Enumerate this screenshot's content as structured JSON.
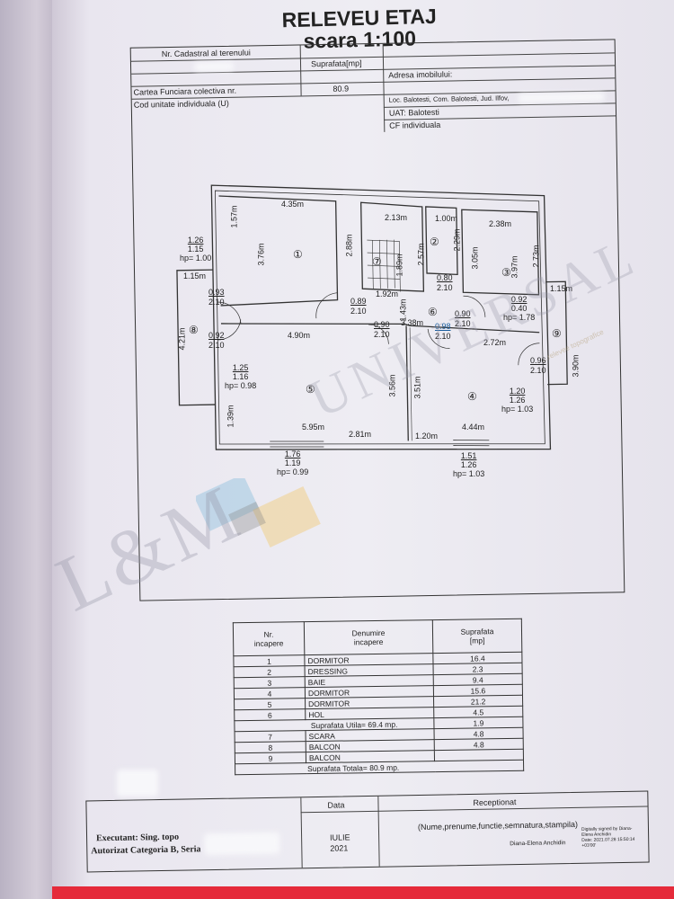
{
  "title": {
    "line1": "RELEVEU ETAJ",
    "line2": "scara 1:100"
  },
  "header": {
    "cadastral_label": "Nr. Cadastral al terenului",
    "area_label": "Suprafata[mp]",
    "area_value": "80.9",
    "address_label": "Adresa imobilului:",
    "address_value": "Loc. Balotesti, Com. Balotesti, Jud. Ilfov,",
    "cf_label": "Cartea Funciara colectiva nr.",
    "unit_label": "Cod unitate individuala (U)",
    "uat": "UAT: Balotesti",
    "cf_individual": "CF individuala"
  },
  "plan": {
    "dims": [
      "4.35m",
      "2.13m",
      "1.00m",
      "2.38m",
      "1.57m",
      "3.76m",
      "2.88m",
      "2.57m",
      "1.89m",
      "2.29m",
      "3.05m",
      "3.97m",
      "2.73m",
      "1.15m",
      "1.15m",
      "4.21m",
      "4.90m",
      "3.38m",
      "1.43m",
      "1.92m",
      "2.72m",
      "3.56m",
      "3.51m",
      "3.90m",
      "1.39m",
      "5.95m",
      "2.81m",
      "1.20m",
      "4.44m"
    ],
    "doors": [
      {
        "w": "0.93",
        "h": "2.10"
      },
      {
        "w": "0.89",
        "h": "2.10"
      },
      {
        "w": "0.80",
        "h": "2.10"
      },
      {
        "w": "0.92",
        "h": "2.10"
      },
      {
        "w": "0.90",
        "h": "2.10"
      },
      {
        "w": "0.90",
        "h": "2.10"
      },
      {
        "w": "0.98",
        "h": "2.10"
      },
      {
        "w": "0.96",
        "h": "2.10"
      }
    ],
    "windows": [
      {
        "w": "1.26",
        "h": "1.15",
        "hp": "hp= 1.00"
      },
      {
        "w": "0.92",
        "h": "0.40",
        "hp": "hp= 1.78"
      },
      {
        "w": "1.25",
        "h": "1.16",
        "hp": "hp= 0.98"
      },
      {
        "w": "1.20",
        "h": "1.26",
        "hp": "hp= 1.03"
      },
      {
        "w": "1.76",
        "h": "1.19",
        "hp": "hp= 0.99"
      },
      {
        "w": "1.51",
        "h": "1.26",
        "hp": "hp= 1.03"
      }
    ],
    "room_marks": [
      "①",
      "②",
      "③",
      "④",
      "⑤",
      "⑥",
      "⑦",
      "⑧",
      "⑨"
    ]
  },
  "watermark": {
    "brand": "L&M",
    "word": "UNIVERSAL",
    "sub": "...relevee topografice"
  },
  "rooms_table": {
    "head": {
      "nr": "Nr.",
      "nr2": "incapere",
      "name": "Denumire",
      "name2": "incapere",
      "area": "Suprafata",
      "area2": "[mp]"
    },
    "rows": [
      {
        "nr": "1",
        "name": "DORMITOR",
        "area": "16.4"
      },
      {
        "nr": "2",
        "name": "DRESSING",
        "area": "2.3"
      },
      {
        "nr": "3",
        "name": "BAIE",
        "area": "9.4"
      },
      {
        "nr": "4",
        "name": "DORMITOR",
        "area": "15.6"
      },
      {
        "nr": "5",
        "name": "DORMITOR",
        "area": "21.2"
      },
      {
        "nr": "6",
        "name": "HOL",
        "area": "4.5"
      }
    ],
    "useful": "Suprafata Utila= 69.4 mp.",
    "useful_area": "1.9",
    "rows2": [
      {
        "nr": "7",
        "name": "SCARA",
        "area": "4.8"
      },
      {
        "nr": "8",
        "name": "BALCON",
        "area": "4.8"
      },
      {
        "nr": "9",
        "name": "BALCON",
        "area": ""
      }
    ],
    "total": "Suprafata Totala= 80.9 mp."
  },
  "footer": {
    "executant": "Executant: Sing. topo",
    "autorizat": "Autorizat Categoria B, Seria",
    "data_label": "Data",
    "month": "IULIE",
    "year": "2021",
    "receptionat": "Receptionat",
    "fields": "(Nume,prenume,functie,semnatura,stampila)",
    "signer": "Diana-Elena Anchidin",
    "sig1": "Digitally signed by Diana-",
    "sig2": "Elena Anchidin",
    "sig3": "Date: 2021.07.28 15:50:14",
    "sig4": "+03'00'"
  }
}
